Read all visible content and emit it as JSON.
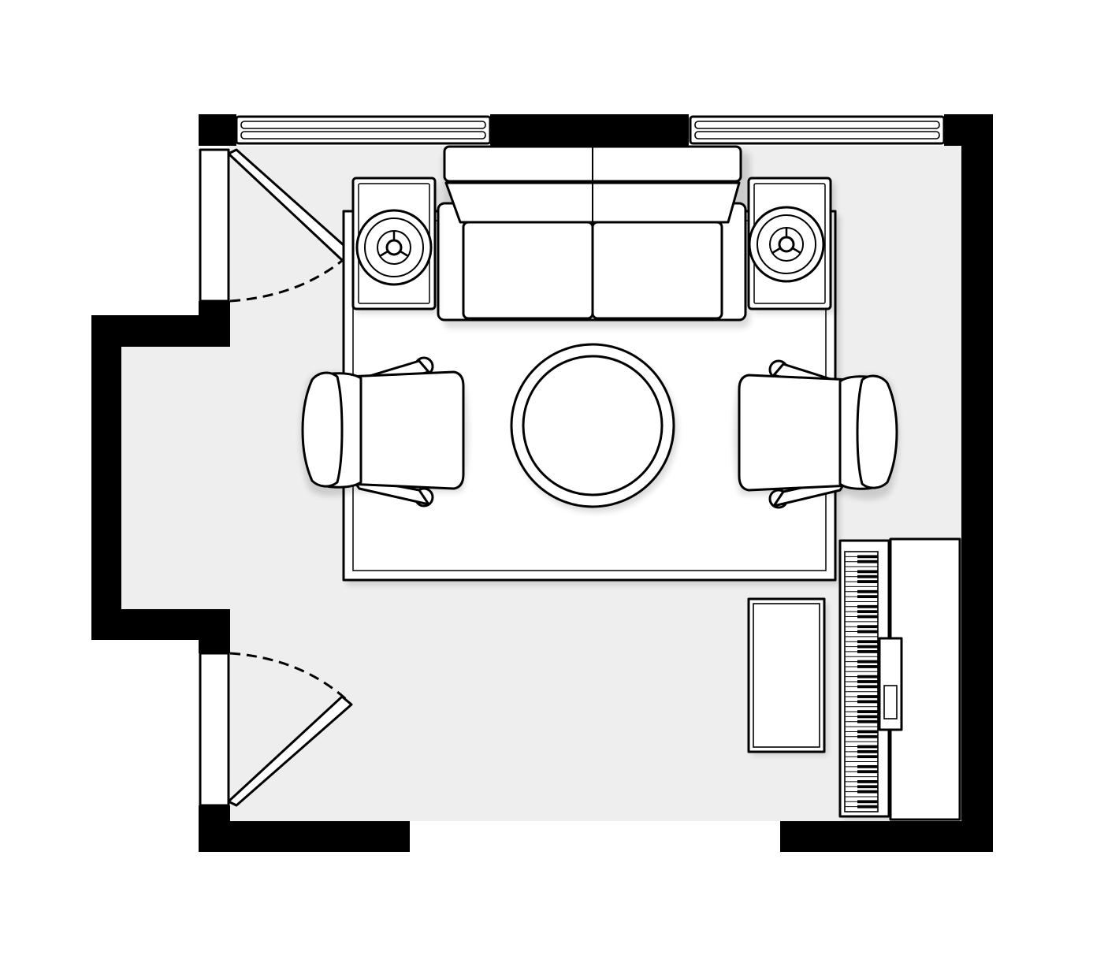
{
  "plan": {
    "colors": {
      "wall": "#000000",
      "floor": "#eeeeee",
      "furniture": "#ffffff",
      "outline": "#000000"
    },
    "elements": [
      "exterior-walls",
      "top-left-window",
      "top-right-window",
      "upper-left-door",
      "lower-left-door",
      "area-rug",
      "loveseat",
      "left-end-table-with-lamp",
      "right-end-table-with-lamp",
      "round-coffee-table",
      "left-armchair",
      "right-armchair",
      "upright-piano",
      "piano-bench"
    ]
  }
}
